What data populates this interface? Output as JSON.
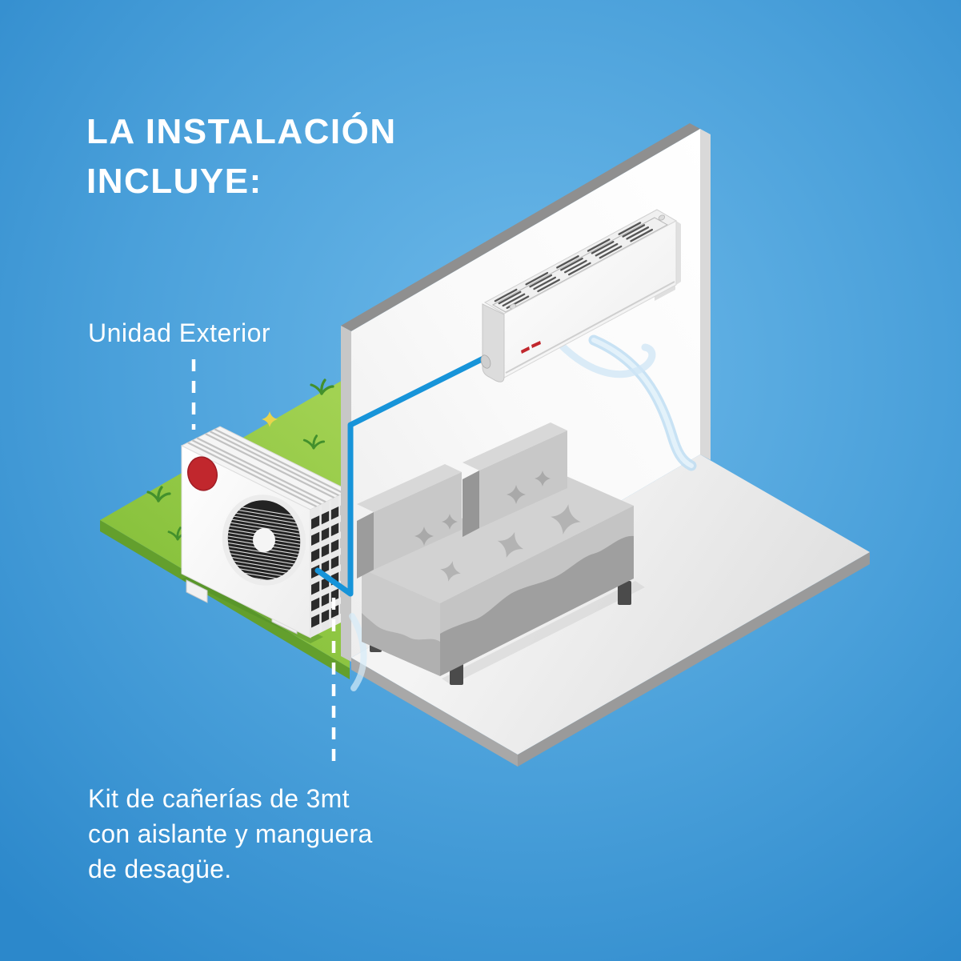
{
  "title": {
    "line1": "LA INSTALACIÓN",
    "line2": "INCLUYE:"
  },
  "callouts": {
    "outdoor_unit_label": "Unidad Exterior",
    "piping_kit_label_lines": [
      "Kit de cañerías de 3mt",
      "con aislante y manguera",
      "de desagüe."
    ]
  },
  "scene": {
    "description_objects": [
      "outdoor-condenser-unit",
      "indoor-split-unit",
      "wall",
      "room-floor",
      "sofa",
      "grass-platform",
      "refrigerant-pipe",
      "cool-airflow"
    ],
    "colors": {
      "background_center": "#6db9e9",
      "background_edge": "#2c88cb",
      "pipe_blue": "#1794d9",
      "grass_green": "#8cc640",
      "grass_edge_green": "#639f2d",
      "logo_red": "#c1272d",
      "wall_white": "#f8f8f8",
      "floor_gray": "#e7e7e7",
      "sofa_gray": "#c6c6c6",
      "leader_line_white": "#ffffff",
      "text_white": "#ffffff"
    }
  }
}
